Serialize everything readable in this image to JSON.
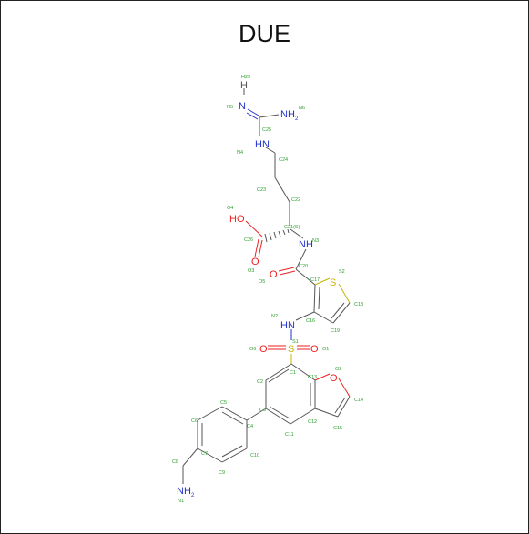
{
  "title": "DUE",
  "atoms": {
    "H29": "H",
    "N5": "N",
    "N6": "NH",
    "N6_sub": "2",
    "N4": "HN",
    "O4": "HO",
    "O3": "O",
    "N3": "NH",
    "O5": "O",
    "S2": "S",
    "N2": "HN",
    "S1": "S",
    "O6": "O",
    "O1": "O",
    "O2": "O",
    "N1": "NH",
    "N1_sub": "2"
  },
  "labels": {
    "H29": "H29",
    "N5": "N5",
    "N6": "N6",
    "C25": "C25",
    "N4": "N4",
    "C24": "C24",
    "C23": "C23",
    "C22": "C22",
    "O4": "O4",
    "C21": "C21(S)",
    "N3": "N3",
    "C26": "C26",
    "O3": "O3",
    "C20": "C20",
    "O5": "O5",
    "S2": "S2",
    "C17": "C17",
    "C18": "C18",
    "C16": "C16",
    "C19": "C19",
    "N2": "N2",
    "S1": "S1",
    "O6": "O6",
    "O1": "O1",
    "O2": "O2",
    "C2": "C2",
    "C1": "C1",
    "C13": "C13",
    "C14": "C14",
    "C3": "C3",
    "C12": "C12",
    "C15": "C15",
    "C11": "C11",
    "C5": "C5",
    "C6": "C6",
    "C4": "C4",
    "C7": "C7",
    "C10": "C10",
    "C8": "C8",
    "C9": "C9",
    "N1": "N1"
  },
  "colors": {
    "carbon_label": "#2e9e2e",
    "nitrogen": "#2233cc",
    "oxygen": "#ee2222",
    "sulfur": "#c8b400",
    "hydrogen": "#555555",
    "bond": "#555555"
  }
}
